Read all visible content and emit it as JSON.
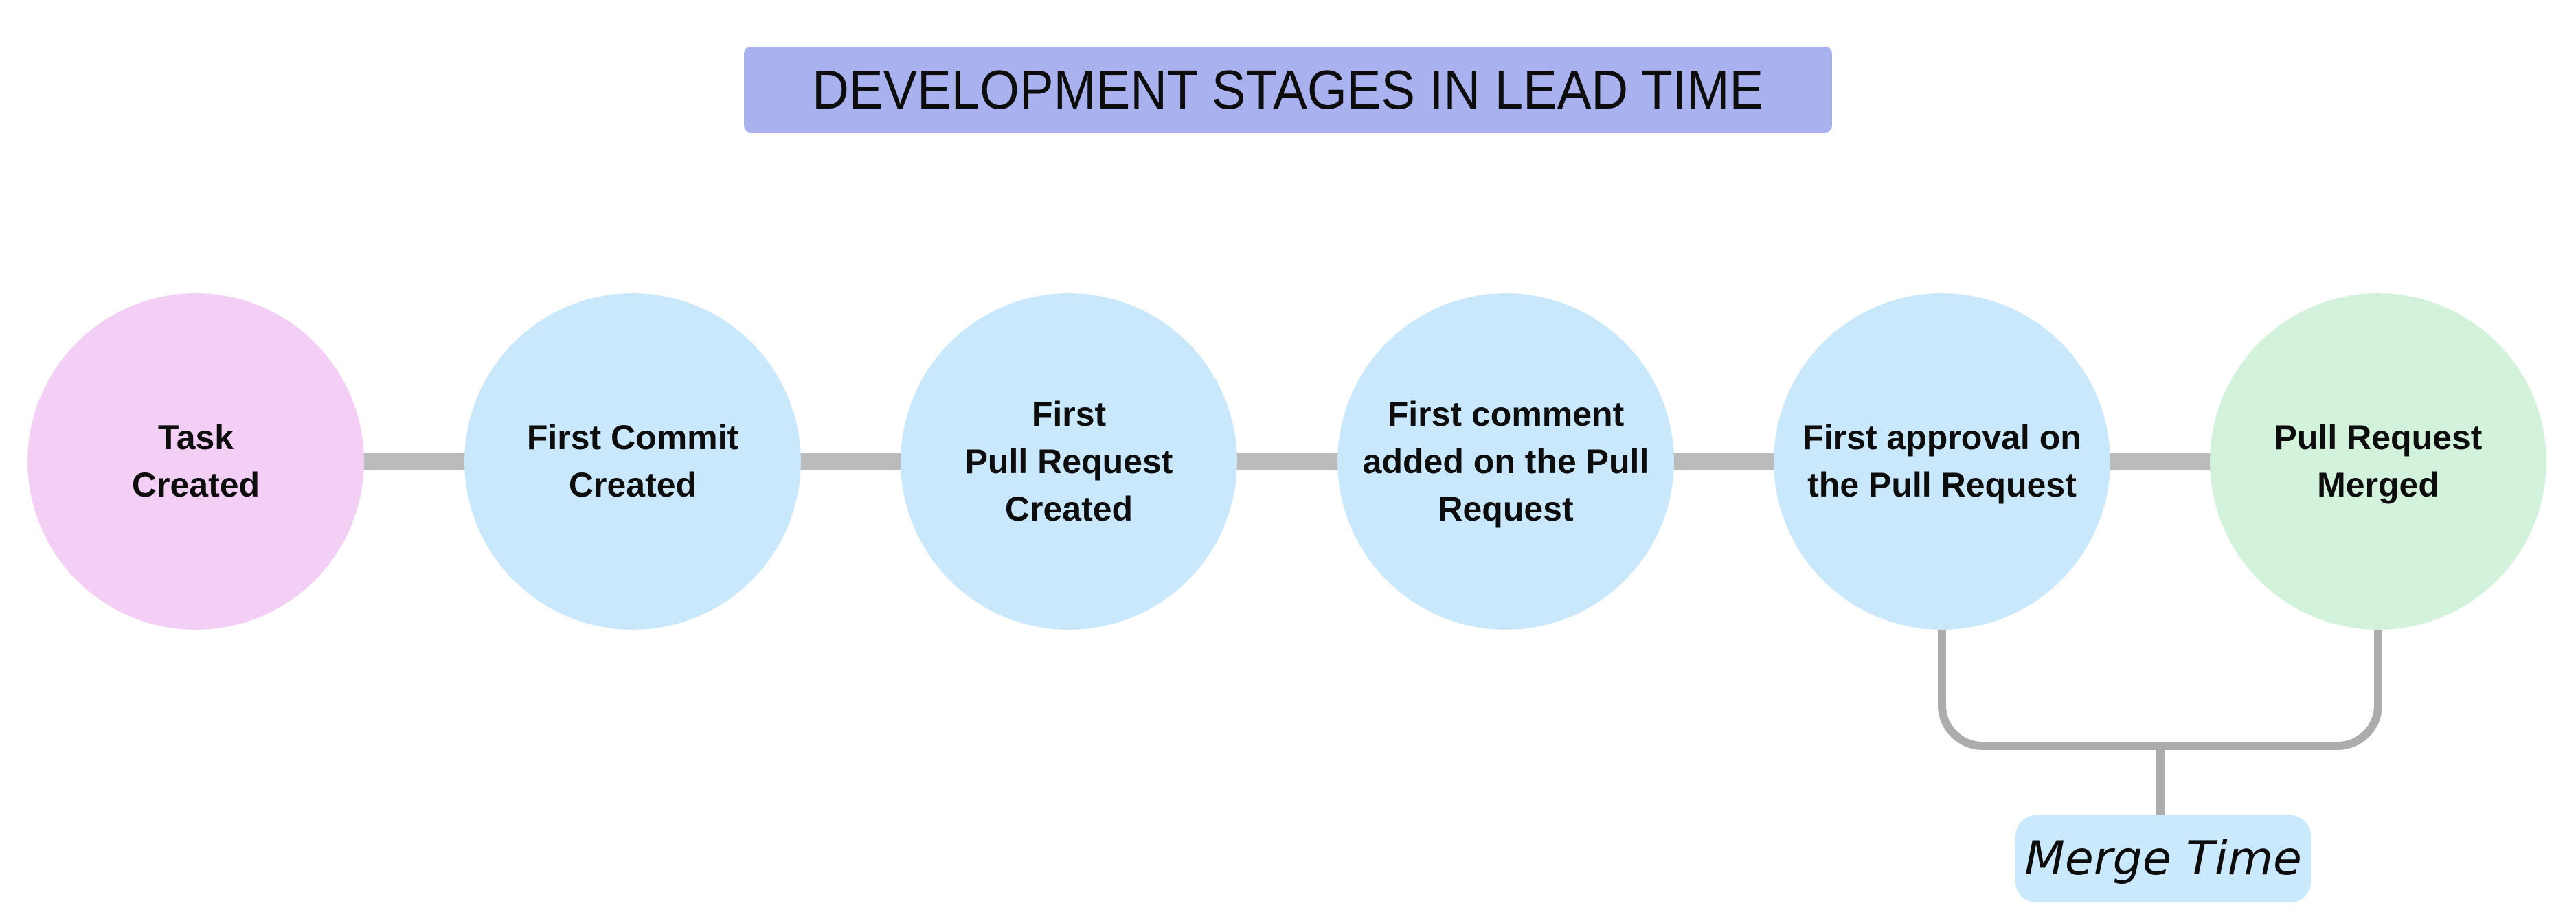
{
  "title": {
    "text": "DEVELOPMENT STAGES IN LEAD TIME",
    "bg": "#a9b1ee"
  },
  "stages": [
    {
      "id": "task-created",
      "label": "Task\nCreated",
      "color": "#f3cef5"
    },
    {
      "id": "first-commit",
      "label": "First Commit\nCreated",
      "color": "#c9e8fb"
    },
    {
      "id": "first-pull-request",
      "label": "First\nPull Request\nCreated",
      "color": "#c9e8fb"
    },
    {
      "id": "first-comment",
      "label": "First comment\nadded on the Pull\nRequest",
      "color": "#c9e8fb"
    },
    {
      "id": "first-approval",
      "label": "First approval on\nthe Pull Request",
      "color": "#c9e8fb"
    },
    {
      "id": "pull-request-merged",
      "label": "Pull Request\nMerged",
      "color": "#d3f2dc"
    }
  ],
  "connector_color": "#bbbbbb",
  "bracket_color": "#acacac",
  "merge_time": {
    "label": "Merge Time",
    "bg": "#cbe9fc"
  }
}
